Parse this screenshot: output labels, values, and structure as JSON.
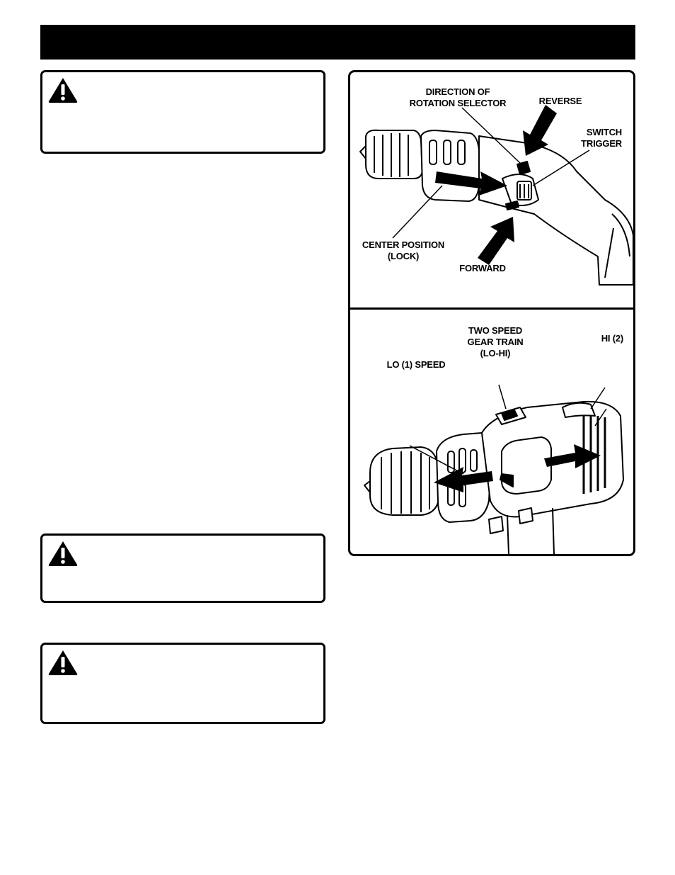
{
  "page": {
    "header_text": ""
  },
  "warnings": [
    {
      "icon": "warning-triangle-icon",
      "text": ""
    },
    {
      "icon": "warning-triangle-icon",
      "text": ""
    },
    {
      "icon": "warning-triangle-icon",
      "text": ""
    }
  ],
  "figure_top": {
    "labels": {
      "direction_selector": "DIRECTION OF\nROTATION SELECTOR",
      "reverse": "REVERSE",
      "switch_trigger": "SWITCH\nTRIGGER",
      "center_position": "CENTER POSITION\n(LOCK)",
      "forward": "FORWARD"
    }
  },
  "figure_bottom": {
    "labels": {
      "two_speed": "TWO SPEED\nGEAR TRAIN\n(LO-HI)",
      "hi": "HI (2)",
      "lo": "LO (1) SPEED"
    }
  },
  "colors": {
    "ink": "#000000",
    "paper": "#ffffff"
  }
}
